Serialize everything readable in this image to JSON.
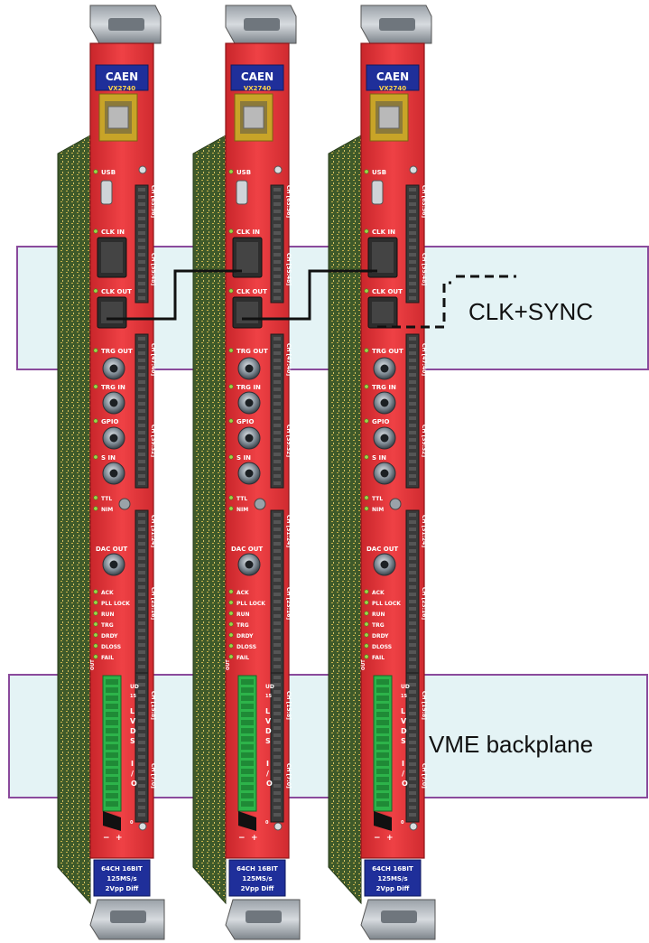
{
  "annotations": {
    "clk_sync_label": "CLK+SYNC",
    "vme_backplane_label": "VME backplane"
  },
  "board": {
    "brand": "CAEN",
    "model": "VX2740",
    "front_labels": {
      "usb": "USB",
      "clk_in": "CLK IN",
      "clk_out": "CLK OUT",
      "trg_out": "TRG OUT",
      "trg_in": "TRG IN",
      "gpio": "GPIO",
      "s_in": "S IN",
      "ttl": "TTL",
      "nim": "NIM",
      "dac_out": "DAC OUT",
      "leds": [
        "ACK",
        "PLL LOCK",
        "RUN",
        "TRG",
        "DRDY",
        "DLOSS",
        "FAIL"
      ],
      "lvds": "LVDS",
      "io": "I/O",
      "out": "OUT",
      "ud": "UD",
      "ud_num": "15",
      "zero": "0",
      "minus": "−",
      "plus": "+"
    },
    "channel_labels": [
      "CH [63:56]",
      "CH [55:48]",
      "CH [47:40]",
      "CH [39:32]",
      "CH [31:24]",
      "CH [23:16]",
      "CH [15:8]",
      "CH [7:0]"
    ],
    "spec_lines": [
      "64CH 16BIT",
      "125MS/s",
      "2Vpp  Diff"
    ]
  },
  "colors": {
    "panel_red": "#e8383a",
    "panel_red_dark": "#b71f24",
    "band_fill": "#e4f3f5",
    "band_border": "#8a4a9c",
    "header_blue": "#1f2f9a",
    "connector": "#2d2d2d",
    "terminal_green": "#2db34a"
  }
}
